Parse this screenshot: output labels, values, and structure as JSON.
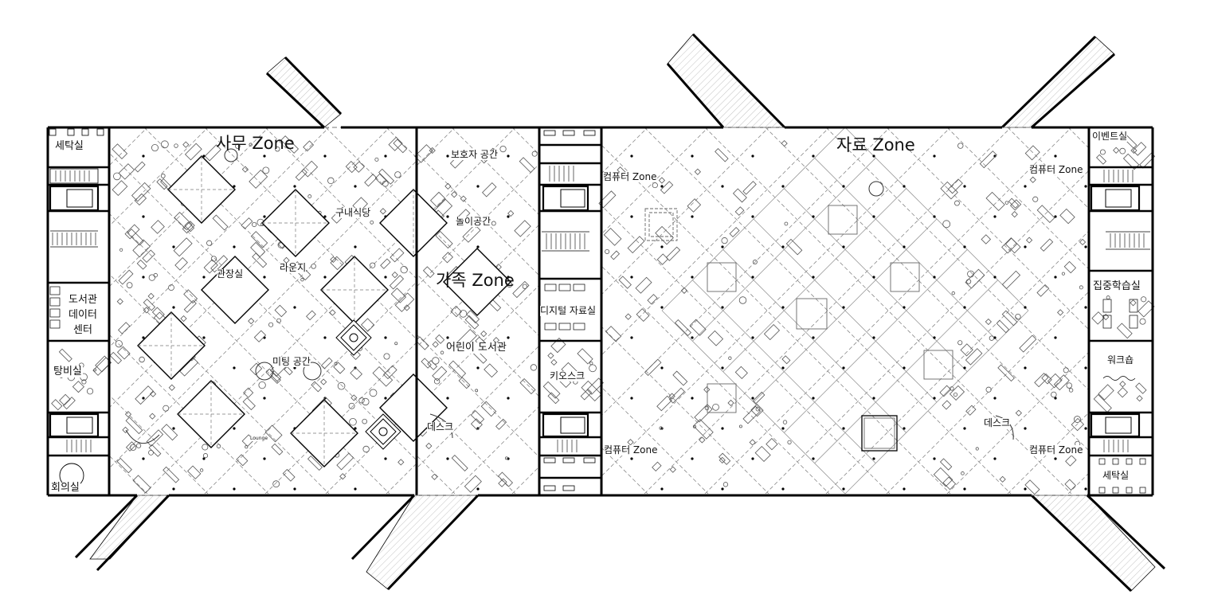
{
  "plan": {
    "zones": {
      "office": "사무 Zone",
      "family": "가족 Zone",
      "material": "자료 Zone"
    },
    "rooms": {
      "laundry_left": "세탁실",
      "data_center": "도서관\n데이터\n센터",
      "lounge_left": "탕비실",
      "conference": "회의실",
      "cafeteria": "구내식당",
      "director": "관장실",
      "lounge": "라운지",
      "meeting": "미팅 공간",
      "lounge_en": "Lounge",
      "guardian": "보호자 공간",
      "play": "놀이공간",
      "kids_library": "어린이 도서관",
      "desk_center": "데스크",
      "computer_zone_1": "컴퓨터 Zone",
      "digital_room": "디지털 자료실",
      "kiosk": "키오스크",
      "computer_zone_2": "컴퓨터 Zone",
      "computer_zone_3": "컴퓨터 Zone",
      "desk_right": "데스크",
      "computer_zone_4": "컴퓨터 Zone",
      "event_room": "이벤트실",
      "study_room": "집중학습실",
      "workshop": "워크숍",
      "laundry_right": "세탁실"
    }
  },
  "colors": {
    "wall": "#000000",
    "grid": "#888888",
    "furniture": "#666666"
  }
}
